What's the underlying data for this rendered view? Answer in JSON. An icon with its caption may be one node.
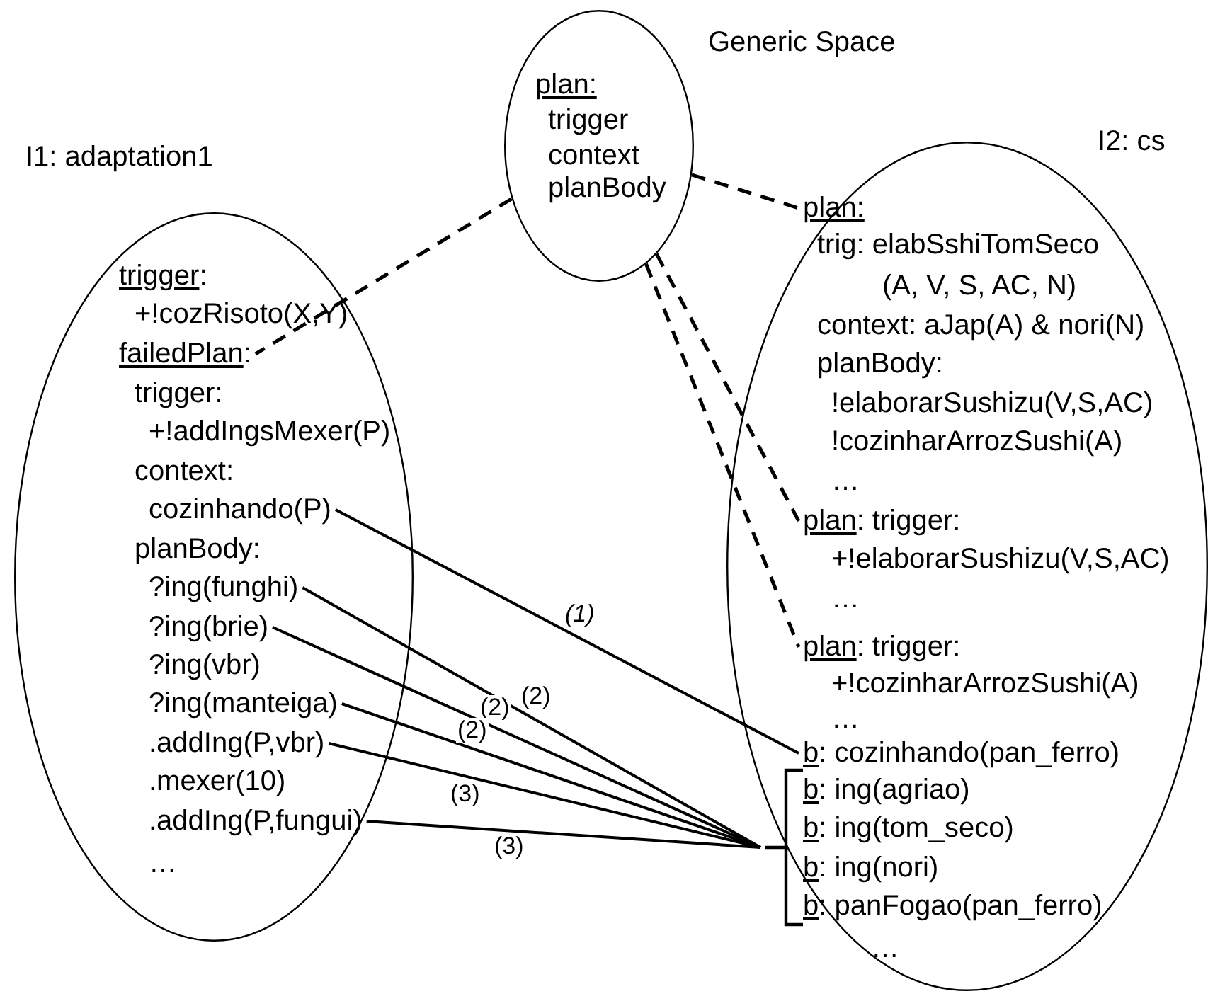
{
  "diagram": {
    "nodes": [
      {
        "text": [
          "I1: adaptation1",
          "trigger:",
          "+!cozRisoto(X,Y)",
          "trigger:",
          "+!addIngsMexer(P)",
          "context:",
          "planBody:",
          "?ing(vbr)",
          ".mexer(10)",
          "…"
        ]
      },
      {
        "text": [
          "failedPlan:"
        ],
        "in": 0
      },
      {
        "text": [
          "cozinhando(P)"
        ],
        "in": 0
      },
      {
        "text": [
          "?ing(funghi)"
        ],
        "in": 0
      },
      {
        "text": [
          "?ing(brie)"
        ],
        "in": 0
      },
      {
        "text": [
          "?ing(manteiga)"
        ],
        "in": 0
      },
      {
        "text": [
          ".addIng(P,vbr)"
        ],
        "in": 0
      },
      {
        "text": [
          ".addIng(P,fungui)"
        ],
        "in": 0
      },
      {
        "text": [
          "Generic Space",
          "plan:",
          "trigger",
          "context",
          "planBody"
        ]
      },
      {
        "text": [
          "I2: cs",
          "trig: elabSshiTomSeco (A, V, S, AC, N)",
          "context: aJap(A) & nori(N)",
          "planBody:",
          "!elaborarSushizu(V,S,AC)",
          "!cozinharArrozSushi(A)",
          "…",
          "+!elaborarSushizu(V,S,AC)",
          "…",
          "+!cozinharArrozSushi(A)",
          "…",
          "b: ing(agriao)",
          "b: ing(tom_seco)",
          "b: ing(nori)",
          "b: panFogao(pan_ferro)",
          "…"
        ]
      },
      {
        "text": [
          "plan:"
        ],
        "in": 9
      },
      {
        "text": [
          "plan: trigger:"
        ],
        "in": 9
      },
      {
        "text": [
          "plan: trigger:"
        ],
        "in": 9
      },
      {
        "text": [
          "b: cozinhando(pan_ferro)"
        ],
        "in": 9
      },
      {
        "text": [],
        "shape": "bracket",
        "in": 9
      }
    ],
    "edges": [
      {
        "from": 8,
        "to": 1,
        "arrow": "none",
        "style": "dashed"
      },
      {
        "from": 8,
        "to": 10,
        "arrow": "none",
        "style": "dashed"
      },
      {
        "from": 8,
        "to": 11,
        "arrow": "none",
        "style": "dashed"
      },
      {
        "from": 8,
        "to": 12,
        "arrow": "none",
        "style": "dashed"
      },
      {
        "from": 2,
        "to": 13,
        "arrow": "none",
        "label": "(1)"
      },
      {
        "from": 3,
        "to": 14,
        "arrow": "none",
        "label": "(2)"
      },
      {
        "from": 4,
        "to": 14,
        "arrow": "none",
        "label": "(2)"
      },
      {
        "from": 5,
        "to": 14,
        "arrow": "none",
        "label": "(2)"
      },
      {
        "from": 6,
        "to": 14,
        "arrow": "none",
        "label": "(3)"
      },
      {
        "from": 7,
        "to": 14,
        "arrow": "none",
        "label": "(3)"
      }
    ]
  }
}
